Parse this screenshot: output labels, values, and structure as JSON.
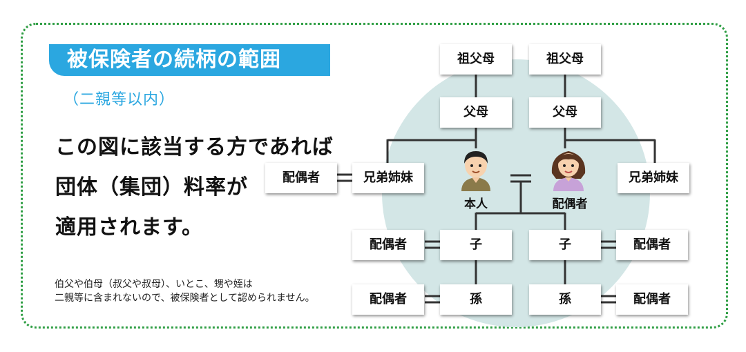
{
  "title": "被保険者の続柄の範囲",
  "subtitle": "（二親等以内）",
  "lead": [
    "この図に該当する方であれば",
    "団体（集団）料率が",
    "適用されます。"
  ],
  "note": [
    "伯父や伯母（叔父や叔母）、いとこ、甥や姪は",
    "二親等に含まれないので、被保険者として認められません。"
  ],
  "tree": {
    "grandparents_left": "祖父母",
    "grandparents_right": "祖父母",
    "parents_left": "父母",
    "parents_right": "父母",
    "sibling_spouse": "配偶者",
    "siblings_left": "兄弟姉妹",
    "siblings_right": "兄弟姉妹",
    "self_label": "本人",
    "spouse_label": "配偶者",
    "child_left": "子",
    "child_right": "子",
    "child_spouse_left": "配偶者",
    "child_spouse_right": "配偶者",
    "grandchild_left": "孫",
    "grandchild_right": "孫",
    "grandchild_spouse_left": "配偶者",
    "grandchild_spouse_right": "配偶者"
  },
  "colors": {
    "title_bg": "#2ba7e0",
    "frame": "#2f9e44",
    "circle": "#d3e6e6"
  }
}
